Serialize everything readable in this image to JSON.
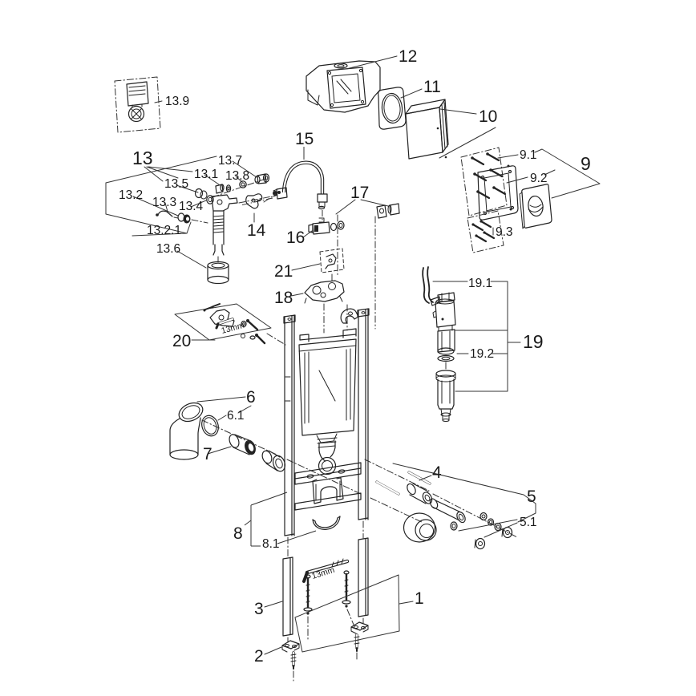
{
  "diagram": {
    "type": "exploded-parts-diagram",
    "subject": "concealed cistern wall-mount installation frame",
    "colors": {
      "line": "#222222",
      "label": "#1a1a1a",
      "background": "#ffffff"
    },
    "labels": {
      "p1": "1",
      "p2": "2",
      "p3": "3",
      "p4": "4",
      "p5": "5",
      "p5_1": "5.1",
      "p6": "6",
      "p6_1": "6.1",
      "p7": "7",
      "p8": "8",
      "p8_1": "8.1",
      "p9": "9",
      "p9_1": "9.1",
      "p9_2": "9.2",
      "p9_3": "9.3",
      "p10": "10",
      "p11": "11",
      "p12": "12",
      "p13": "13",
      "p13_1": "13.1",
      "p13_2": "13.2",
      "p13_2_1": "13.2.1",
      "p13_3": "13.3",
      "p13_4": "13.4",
      "p13_5": "13.5",
      "p13_6": "13.6",
      "p13_7": "13.7",
      "p13_8": "13.8",
      "p13_9": "13.9",
      "p14": "14",
      "p15": "15",
      "p16": "16",
      "p17": "17",
      "p18": "18",
      "p19": "19",
      "p19_1": "19.1",
      "p19_2": "19.2",
      "p20": "20",
      "p21": "21"
    },
    "annotations": {
      "allen_key_size_top": "13mm",
      "allen_key_size_bottom": "13mm"
    }
  }
}
